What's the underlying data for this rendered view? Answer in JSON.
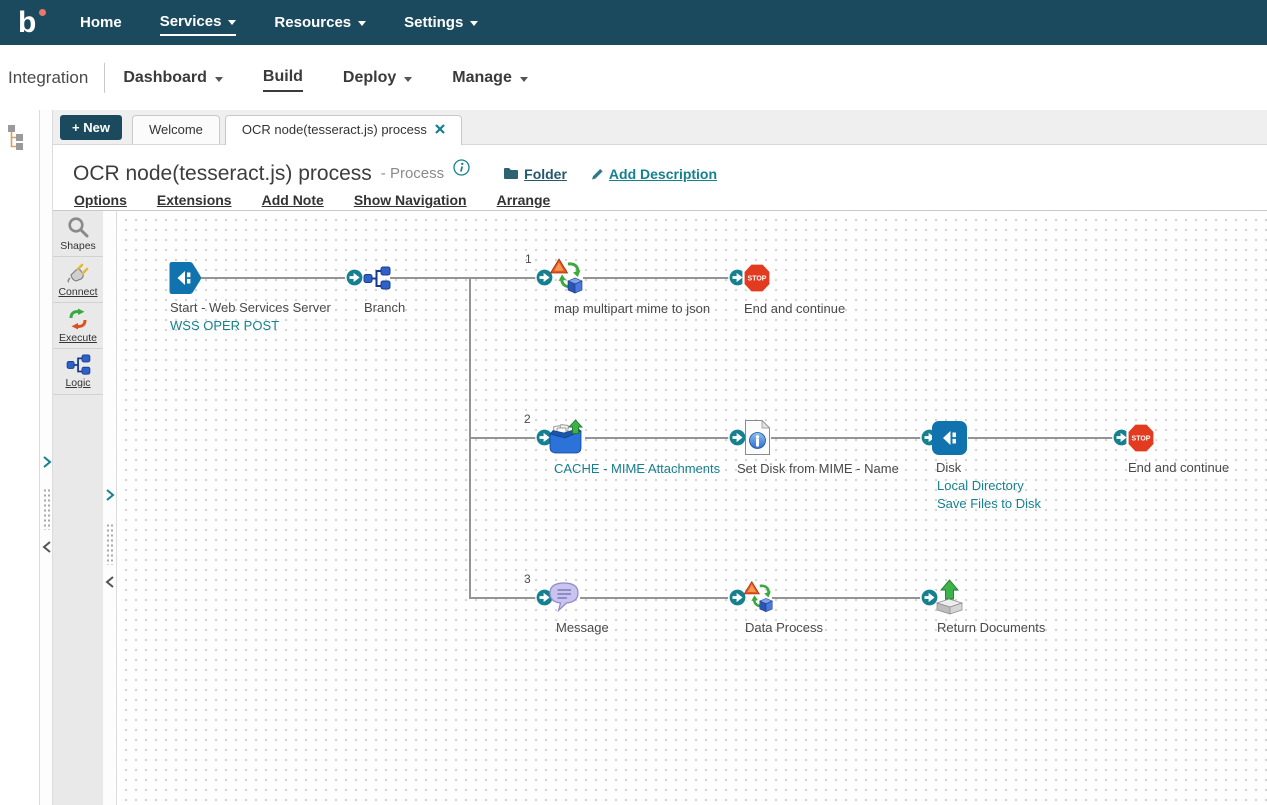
{
  "topnav": {
    "logo": "b",
    "items": [
      {
        "label": "Home",
        "caret": false,
        "active": false
      },
      {
        "label": "Services",
        "caret": true,
        "active": true
      },
      {
        "label": "Resources",
        "caret": true,
        "active": false
      },
      {
        "label": "Settings",
        "caret": true,
        "active": false
      }
    ]
  },
  "subnav": {
    "product": "Integration",
    "items": [
      {
        "label": "Dashboard",
        "caret": true,
        "active": false
      },
      {
        "label": "Build",
        "caret": false,
        "active": true
      },
      {
        "label": "Deploy",
        "caret": true,
        "active": false
      },
      {
        "label": "Manage",
        "caret": true,
        "active": false
      }
    ]
  },
  "tabs": {
    "new_button": "+ New",
    "items": [
      {
        "label": "Welcome",
        "active": false
      },
      {
        "label": "OCR node(tesseract.js) process",
        "active": true,
        "closable": true
      }
    ]
  },
  "header": {
    "title": "OCR node(tesseract.js) process",
    "type": "- Process",
    "folder_label": "Folder",
    "add_description_label": "Add Description"
  },
  "menubar": {
    "items": [
      "Options",
      "Extensions",
      "Add Note",
      "Show Navigation",
      "Arrange"
    ]
  },
  "toolbar": {
    "items": [
      {
        "label": "Shapes",
        "icon": "magnifier-icon"
      },
      {
        "label": "Connect",
        "icon": "plug-icon"
      },
      {
        "label": "Execute",
        "icon": "execute-arrows-icon"
      },
      {
        "label": "Logic",
        "icon": "branch-icon"
      }
    ]
  },
  "flow": {
    "numbers": {
      "b1": "1",
      "b2": "2",
      "b3": "3"
    },
    "stop_text": "STOP",
    "start": {
      "label": "Start - Web Services Server",
      "sublabel": "WSS OPER POST"
    },
    "branch": {
      "label": "Branch"
    },
    "map": {
      "label": "map multipart mime to json"
    },
    "end1": {
      "label": "End and continue"
    },
    "cache": {
      "label": "CACHE - MIME Attachments"
    },
    "setprops": {
      "label": "Set Disk from MIME - Name"
    },
    "disk": {
      "label": "Disk",
      "sublabel": "Local Directory",
      "sublabel2": "Save Files to Disk"
    },
    "end2": {
      "label": "End and continue"
    },
    "message": {
      "label": "Message"
    },
    "dataprocess": {
      "label": "Data Process"
    },
    "return": {
      "label": "Return Documents"
    }
  },
  "colors": {
    "nav_navy": "#1B4A5E",
    "accent_teal": "#15808F",
    "node_blue": "#1173AE",
    "stop_red": "#E33B1F",
    "link_teal": "#15808F"
  }
}
